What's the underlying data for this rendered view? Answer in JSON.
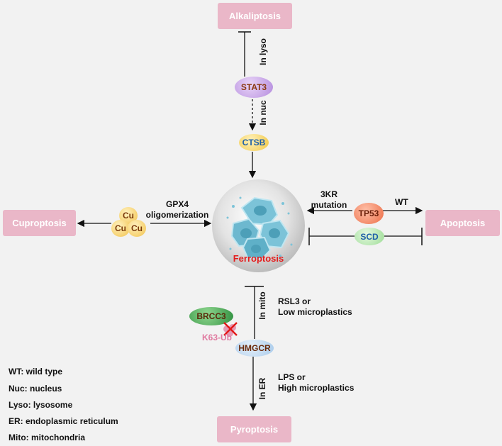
{
  "outcomes": {
    "alkaliptosis": "Alkaliptosis",
    "cuproptosis": "Cuproptosis",
    "apoptosis": "Apoptosis",
    "pyroptosis": "Pyroptosis"
  },
  "center": {
    "label": "Ferroptosis"
  },
  "nodes": {
    "stat3": "STAT3",
    "ctsb": "CTSB",
    "cu": [
      "Cu",
      "Cu",
      "Cu"
    ],
    "tp53": "TP53",
    "scd": "SCD",
    "brcc3": "BRCC3",
    "k63ub": "K63-Ub",
    "hmgcr": "HMGCR"
  },
  "edge_labels": {
    "in_lyso": "In lyso",
    "in_nuc": "In nuc",
    "gpx4_line1": "GPX4",
    "gpx4_line2": "oligomerization",
    "kr_line1": "3KR",
    "kr_line2": "mutation",
    "wt": "WT",
    "in_mito": "In mito",
    "rsl3_line1": "RSL3 or",
    "rsl3_line2": "Low microplastics",
    "in_er": "In ER",
    "lps_line1": "LPS or",
    "lps_line2": "High microplastics"
  },
  "legend": [
    "WT: wild type",
    "Nuc: nucleus",
    "Lyso: lysosome",
    "ER: endoplasmic reticulum",
    "Mito: mitochondria"
  ],
  "colors": {
    "outcome_box": "#eab7c8",
    "stat3": "#c8a0e6",
    "ctsb": "#f6d46a",
    "cu": "#f7cf6a",
    "tp53": "#f07f5e",
    "scd": "#a9e6a3",
    "brcc3": "#3aa04a",
    "hmgcr": "#bcd7ef",
    "ferroptosis_text": "#e41b1b"
  }
}
